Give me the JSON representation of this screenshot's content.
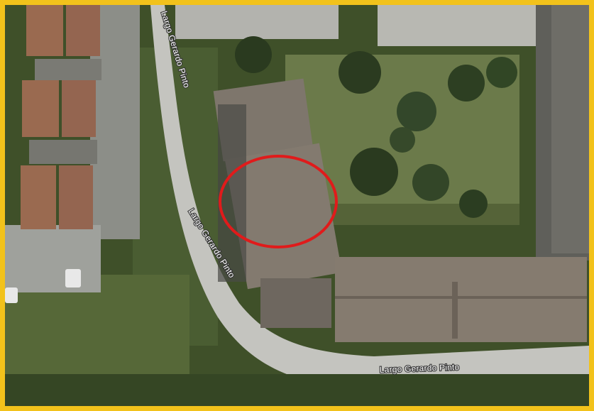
{
  "map": {
    "view": "satellite",
    "frame_color": "#f2c21b",
    "highlight_color": "#e01b1b",
    "streets": [
      {
        "name": "Largo Gerardo Pinto"
      },
      {
        "name": "Largo Gerardo Pinto"
      },
      {
        "name": "Largo Gerardo Pinto"
      }
    ],
    "highlight": {
      "shape": "circle",
      "target": "building"
    }
  }
}
